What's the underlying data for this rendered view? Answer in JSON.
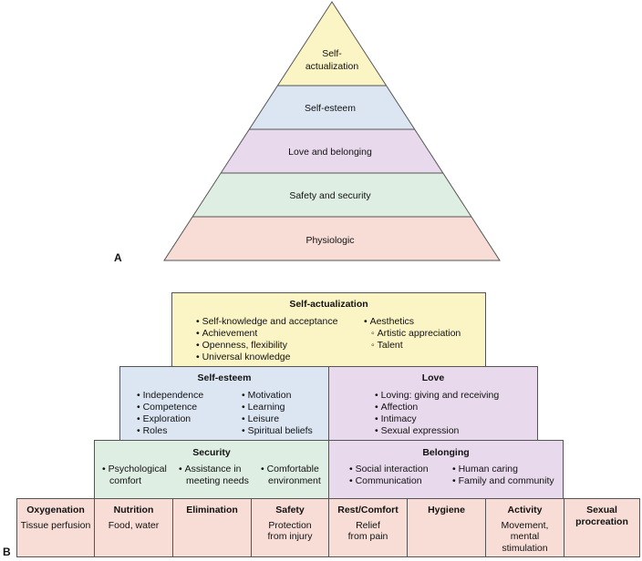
{
  "colors": {
    "yellow": "#fbf4c4",
    "blue": "#dce6f3",
    "purple": "#e8d9ec",
    "green": "#deeee3",
    "pink": "#f7ddd6",
    "border": "#555555"
  },
  "panel_a": {
    "label": "A",
    "levels": [
      {
        "line1": "Self-",
        "line2": "actualization"
      },
      {
        "line1": "Self-esteem"
      },
      {
        "line1": "Love and belonging"
      },
      {
        "line1": "Safety and security"
      },
      {
        "line1": "Physiologic"
      }
    ]
  },
  "panel_b": {
    "label": "B",
    "self_actualization": {
      "title": "Self-actualization",
      "left": [
        "Self-knowledge and acceptance",
        "Achievement",
        "Openness, flexibility",
        "Universal knowledge"
      ],
      "right_head": "Aesthetics",
      "right_sub": [
        "Artistic appreciation",
        "Talent"
      ]
    },
    "self_esteem": {
      "title": "Self-esteem",
      "left": [
        "Independence",
        "Competence",
        "Exploration",
        "Roles"
      ],
      "right": [
        "Motivation",
        "Learning",
        "Leisure",
        "Spiritual beliefs"
      ]
    },
    "love": {
      "title": "Love",
      "items": [
        "Loving: giving and receiving",
        "Affection",
        "Intimacy",
        "Sexual expression"
      ]
    },
    "security": {
      "title": "Security",
      "items": [
        {
          "line1": "Psychological",
          "line2": "comfort"
        },
        {
          "line1": "Assistance in",
          "line2": "meeting needs"
        },
        {
          "line1": "Comfortable",
          "line2": "environment"
        }
      ]
    },
    "belonging": {
      "title": "Belonging",
      "left": [
        "Social interaction",
        "Communication"
      ],
      "right": [
        "Human caring",
        "Family and community"
      ]
    },
    "base": [
      {
        "title": "Oxygenation",
        "desc": [
          "Tissue perfusion"
        ]
      },
      {
        "title": "Nutrition",
        "desc": [
          "Food, water"
        ]
      },
      {
        "title": "Elimination",
        "desc": []
      },
      {
        "title": "Safety",
        "desc": [
          "Protection",
          "from injury"
        ]
      },
      {
        "title": "Rest/Comfort",
        "desc": [
          "Relief",
          "from pain"
        ]
      },
      {
        "title": "Hygiene",
        "desc": []
      },
      {
        "title": "Activity",
        "desc": [
          "Movement,",
          "mental",
          "stimulation"
        ]
      },
      {
        "title": "Sexual procreation",
        "desc": []
      }
    ]
  }
}
